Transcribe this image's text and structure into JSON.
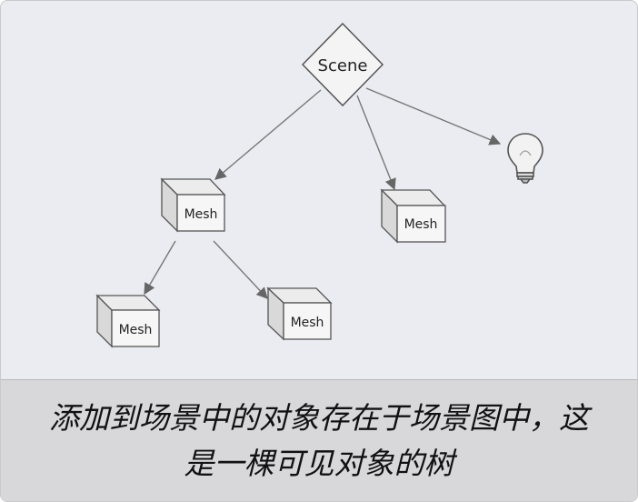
{
  "diagram": {
    "root_label": "Scene",
    "node_labels": [
      "Mesh",
      "Mesh",
      "Mesh",
      "Mesh"
    ],
    "light_icon": "lightbulb-icon",
    "colors": {
      "background": "#ebecf1",
      "box_front": "#f4f4f4",
      "box_side": "#d9d9d9",
      "stroke": "#555555",
      "caption_bg": "#d8d8db"
    }
  },
  "caption": {
    "line1": "添加到场景中的对象存在于场景图中，这",
    "line2": "是一棵可见对象的树"
  }
}
